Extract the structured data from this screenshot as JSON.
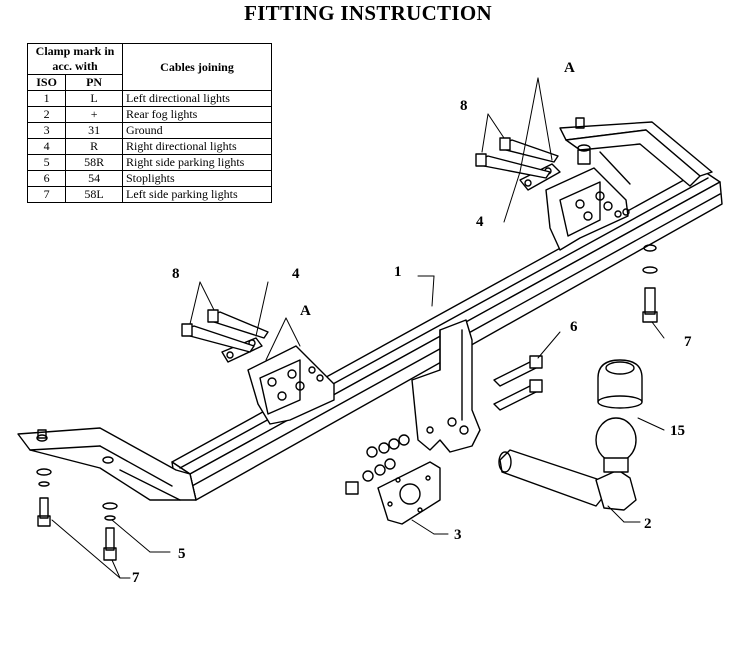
{
  "title": "FITTING INSTRUCTION",
  "table": {
    "header_group": "Clamp mark in acc. with",
    "header_iso": "ISO",
    "header_pn": "PN",
    "header_cables": "Cables joining",
    "rows": [
      {
        "iso": "1",
        "pn": "L",
        "desc": "Left directional lights"
      },
      {
        "iso": "2",
        "pn": "+",
        "desc": "Rear fog lights"
      },
      {
        "iso": "3",
        "pn": "31",
        "desc": "Ground"
      },
      {
        "iso": "4",
        "pn": "R",
        "desc": "Right directional lights"
      },
      {
        "iso": "5",
        "pn": "58R",
        "desc": "Right side parking lights"
      },
      {
        "iso": "6",
        "pn": "54",
        "desc": "Stoplights"
      },
      {
        "iso": "7",
        "pn": "58L",
        "desc": "Left side parking lights"
      }
    ]
  },
  "callouts": {
    "crossbar": "1",
    "ball_neck": "2",
    "socket_plate": "3",
    "bracket_right": "4",
    "bracket_left": "4",
    "washer": "5",
    "bolts": "6",
    "side_bolt_right": "7",
    "side_bolt_left": "7",
    "bolts_right": "8",
    "bolts_left": "8",
    "ball_cover": "15",
    "detail_right": "A",
    "detail_left": "A"
  }
}
